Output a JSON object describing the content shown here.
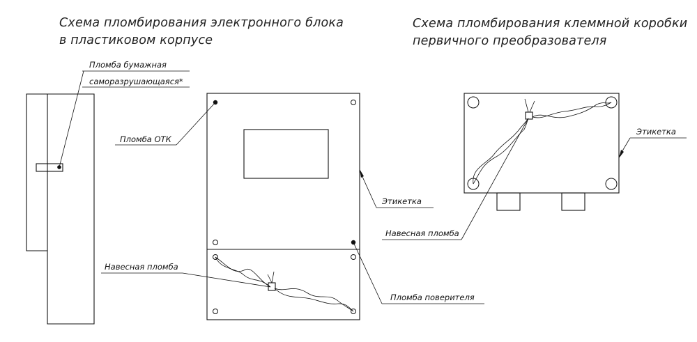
{
  "titles": {
    "left_line1": "Схема пломбирования электронного блока",
    "left_line2": "в пластиковом корпусе",
    "right_line1": "Схема пломбирования клеммной коробки",
    "right_line2": "первичного преобразователя"
  },
  "labels": {
    "paper_seal_line1": "Пломба бумажная",
    "paper_seal_line2": "саморазрушающаяся*",
    "otk_seal": "Пломба ОТК",
    "label_left": "Этикетка",
    "hanging_seal_left": "Навесная пломба",
    "verifier_seal": "Пломба поверителя",
    "hanging_seal_right": "Навесная пломба",
    "label_right": "Этикетка"
  }
}
